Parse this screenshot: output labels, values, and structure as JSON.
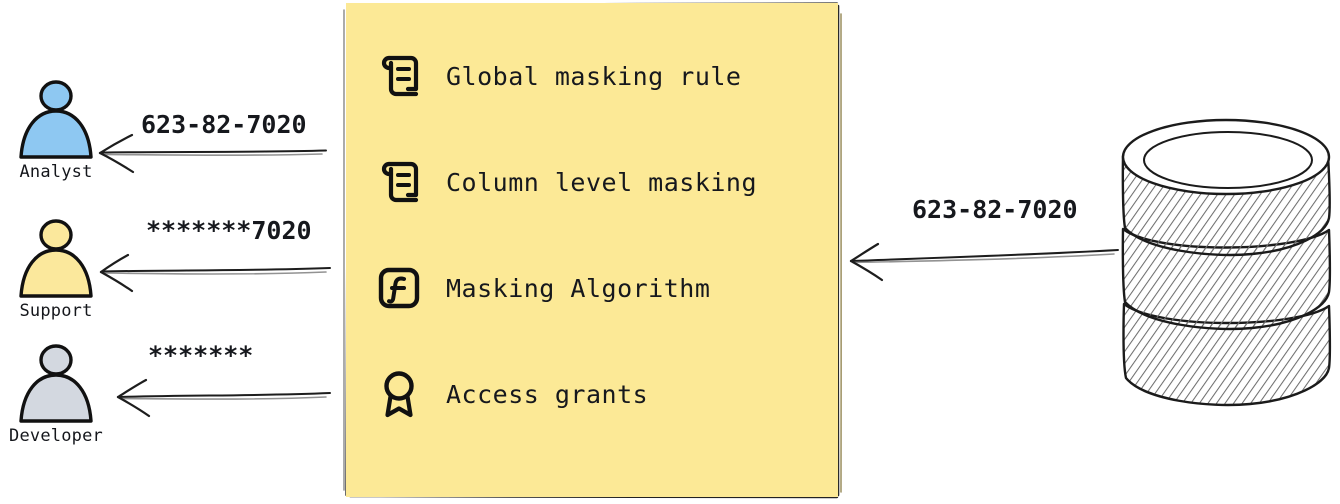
{
  "diagram": {
    "type": "data-masking-flow",
    "background_color": "#ffffff",
    "panel": {
      "name": "masking-policy-panel",
      "fill_color": "#fce996",
      "border_color": "#1a1a1a",
      "items": [
        {
          "icon": "scroll-icon",
          "label": "Global masking rule"
        },
        {
          "icon": "scroll-icon",
          "label": "Column level masking"
        },
        {
          "icon": "function-icon",
          "label": "Masking Algorithm"
        },
        {
          "icon": "award-icon",
          "label": "Access grants"
        }
      ]
    },
    "actors": [
      {
        "id": "analyst",
        "label": "Analyst",
        "color": "#8ec8f2",
        "flow_label": "623-82-7020"
      },
      {
        "id": "support",
        "label": "Support",
        "color": "#fbe89c",
        "flow_label": "*******7020"
      },
      {
        "id": "developer",
        "label": "Developer",
        "color": "#d3d8e0",
        "flow_label": "*******"
      }
    ],
    "source": {
      "name": "database-cylinder",
      "icon": "database-icon",
      "flow_label": "623-82-7020",
      "fill_color": "#ffffff",
      "hatch_color": "#6f6f6f"
    }
  }
}
